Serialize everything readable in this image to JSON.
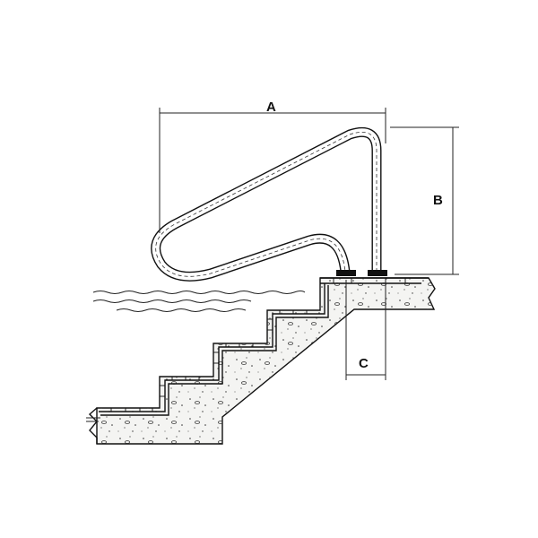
{
  "diagram": {
    "dimension_labels": {
      "a": "A",
      "b": "B",
      "c": "C"
    },
    "colors": {
      "ink": "#111111",
      "concrete": "#f4f4f2",
      "background": "#ffffff"
    }
  }
}
